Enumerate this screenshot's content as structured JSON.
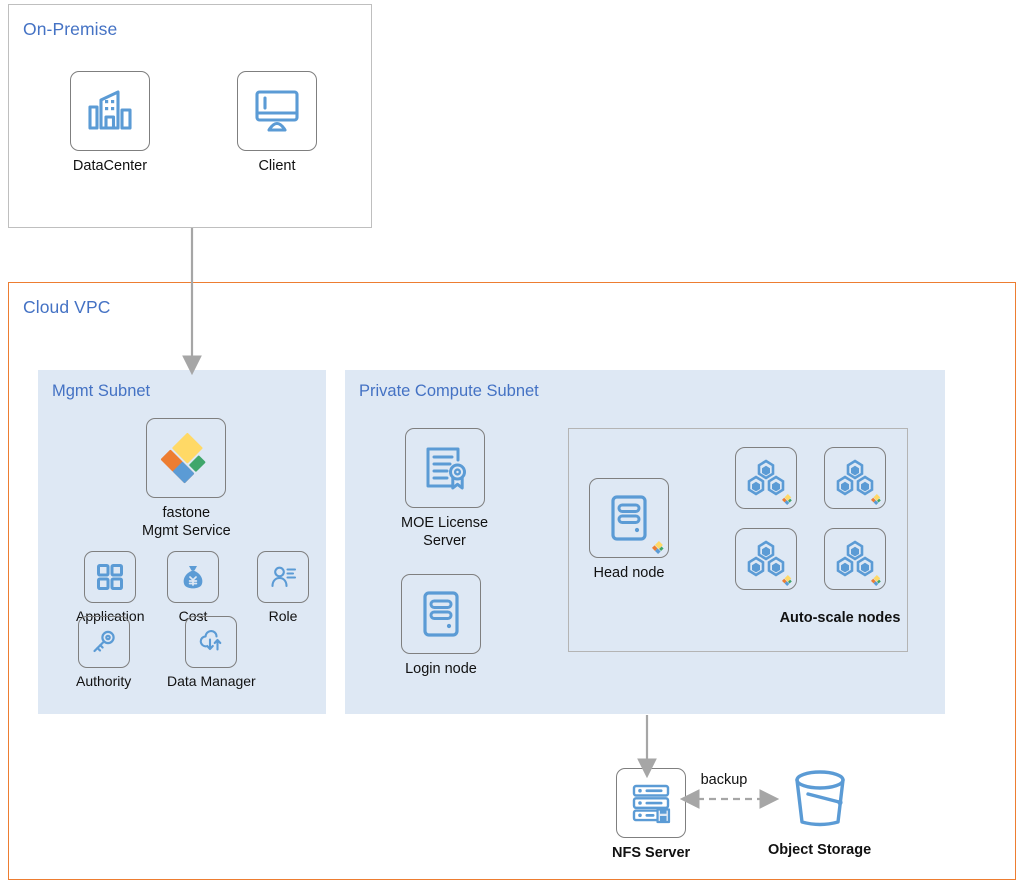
{
  "diagram": {
    "title_color": "#4472C4",
    "vpc_border_color": "#ED7D31",
    "subnet_fill_color": "#DEE8F4",
    "icon_color": "#5B9BD5",
    "connector_color": "#A6A6A6"
  },
  "onpremise": {
    "title": "On-Premise",
    "nodes": [
      {
        "label": "DataCenter",
        "icon": "datacenter-icon"
      },
      {
        "label": "Client",
        "icon": "monitor-icon"
      }
    ]
  },
  "vpc": {
    "title": "Cloud VPC"
  },
  "mgmt_subnet": {
    "title": "Mgmt Subnet",
    "primary": {
      "label": "fastone\nMgmt Service",
      "icon": "fastone-logo-icon"
    },
    "services": [
      {
        "label": "Application",
        "icon": "grid-squares-icon"
      },
      {
        "label": "Cost",
        "icon": "money-bag-icon"
      },
      {
        "label": "Role",
        "icon": "user-role-icon"
      },
      {
        "label": "Authority",
        "icon": "key-icon"
      },
      {
        "label": "Data Manager",
        "icon": "cloud-sync-icon"
      }
    ]
  },
  "compute_subnet": {
    "title": "Private Compute Subnet",
    "nodes": [
      {
        "label": "MOE License\nServer",
        "icon": "license-certificate-icon"
      },
      {
        "label": "Login node",
        "icon": "server-icon"
      }
    ],
    "cluster": {
      "head": {
        "label": "Head node",
        "icon": "server-icon"
      },
      "autoscale_label": "Auto-scale nodes",
      "autoscale_count": 4,
      "autoscale_icon": "hexagon-cluster-icon"
    }
  },
  "storage": {
    "nfs": {
      "label": "NFS Server",
      "icon": "nfs-server-icon"
    },
    "object": {
      "label": "Object Storage",
      "icon": "bucket-icon"
    },
    "link_label": "backup"
  }
}
